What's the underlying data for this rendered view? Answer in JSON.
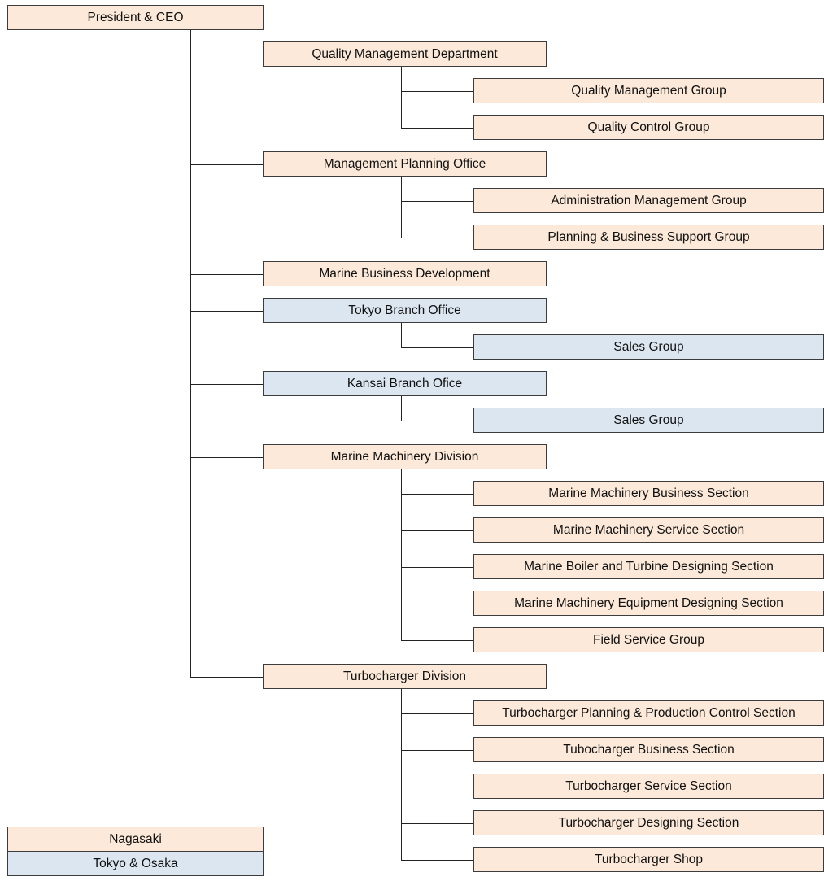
{
  "colors": {
    "nagasaki": "#fce9d9",
    "tokyo_osaka": "#dce6f1",
    "border": "#3c3c3c",
    "line": "#222222"
  },
  "president": "President & CEO",
  "departments": [
    {
      "label": "Quality Management Department",
      "region": "nagasaki",
      "children": [
        {
          "label": "Quality Management Group",
          "region": "nagasaki"
        },
        {
          "label": "Quality Control Group",
          "region": "nagasaki"
        }
      ]
    },
    {
      "label": "Management Planning Office",
      "region": "nagasaki",
      "children": [
        {
          "label": "Administration Management Group",
          "region": "nagasaki"
        },
        {
          "label": "Planning & Business Support Group",
          "region": "nagasaki"
        }
      ]
    },
    {
      "label": "Marine Business Development",
      "region": "nagasaki",
      "children": []
    },
    {
      "label": "Tokyo Branch Office",
      "region": "tokyo_osaka",
      "children": [
        {
          "label": "Sales Group",
          "region": "tokyo_osaka"
        }
      ]
    },
    {
      "label": "Kansai Branch Ofice",
      "region": "tokyo_osaka",
      "children": [
        {
          "label": "Sales Group",
          "region": "tokyo_osaka"
        }
      ]
    },
    {
      "label": "Marine Machinery Division",
      "region": "nagasaki",
      "children": [
        {
          "label": "Marine Machinery Business Section",
          "region": "nagasaki"
        },
        {
          "label": "Marine Machinery Service Section",
          "region": "nagasaki"
        },
        {
          "label": "Marine Boiler and Turbine Designing Section",
          "region": "nagasaki"
        },
        {
          "label": "Marine Machinery Equipment Designing Section",
          "region": "nagasaki"
        },
        {
          "label": "Field Service Group",
          "region": "nagasaki"
        }
      ]
    },
    {
      "label": "Turbocharger Division",
      "region": "nagasaki",
      "children": [
        {
          "label": "Turbocharger Planning & Production Control Section",
          "region": "nagasaki"
        },
        {
          "label": "Tubocharger Business Section",
          "region": "nagasaki"
        },
        {
          "label": "Turbocharger Service Section",
          "region": "nagasaki"
        },
        {
          "label": "Turbocharger Designing Section",
          "region": "nagasaki"
        },
        {
          "label": "Turbocharger Shop",
          "region": "nagasaki"
        }
      ]
    }
  ],
  "legend": {
    "nagasaki": "Nagasaki",
    "tokyo_osaka": "Tokyo & Osaka"
  }
}
